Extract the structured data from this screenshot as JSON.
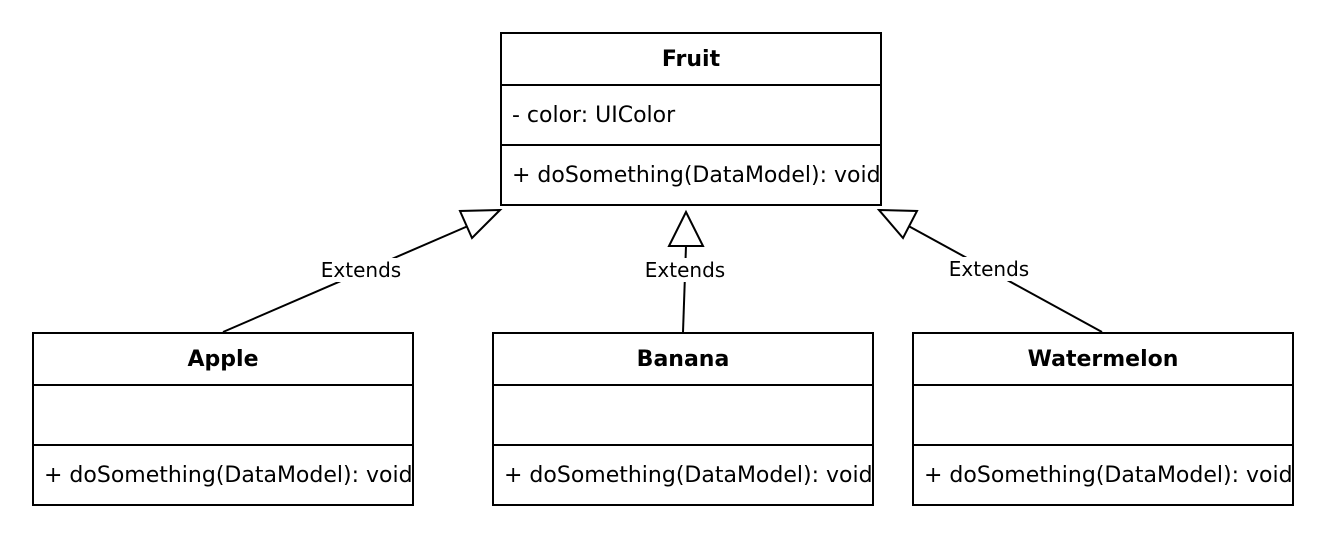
{
  "classes": {
    "fruit": {
      "name": "Fruit",
      "attributes": [
        "- color: UIColor"
      ],
      "operations": [
        "+ doSomething(DataModel): void"
      ]
    },
    "apple": {
      "name": "Apple",
      "attributes": [],
      "operations": [
        "+ doSomething(DataModel): void"
      ]
    },
    "banana": {
      "name": "Banana",
      "attributes": [],
      "operations": [
        "+ doSomething(DataModel): void"
      ]
    },
    "watermelon": {
      "name": "Watermelon",
      "attributes": [],
      "operations": [
        "+ doSomething(DataModel): void"
      ]
    }
  },
  "relations": [
    {
      "from": "Apple",
      "to": "Fruit",
      "type": "generalization",
      "label": "Extends"
    },
    {
      "from": "Banana",
      "to": "Fruit",
      "type": "generalization",
      "label": "Extends"
    },
    {
      "from": "Watermelon",
      "to": "Fruit",
      "type": "generalization",
      "label": "Extends"
    }
  ],
  "colors": {
    "stroke": "#000000",
    "fill": "#ffffff"
  }
}
